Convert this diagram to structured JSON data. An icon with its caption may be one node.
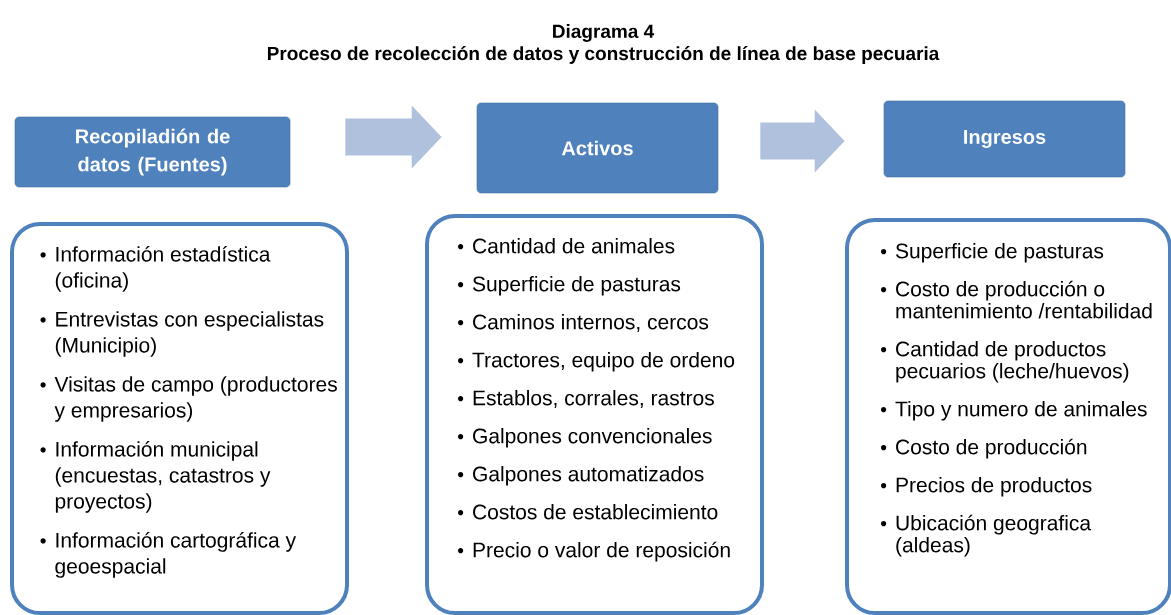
{
  "diagram": {
    "title": "Diagrama 4",
    "nodes": [
      {
        "text": [
          "Recopiladión de datos (Fuentes)"
        ]
      },
      {
        "text": [
          "Activos"
        ]
      },
      {
        "text": [
          "Ingresos"
        ]
      },
      {
        "text": [
          "Información estadística (oficina)",
          "Entrevistas con especialistas (Municipio)",
          "Visitas de campo (productores y empresarios)",
          "Información municipal (encuestas, catastros y proyectos)",
          "Información cartográfica y geoespacial"
        ]
      },
      {
        "text": [
          "Cantidad de animales",
          "Superficie de pasturas",
          "Caminos internos, cercos",
          "Tractores, equipo de ordeno",
          "Establos, corrales, rastros",
          "Galpones convencionales",
          "Galpones automatizados",
          "Costos de establecimiento",
          "Precio o valor de reposición"
        ]
      },
      {
        "text": [
          "Superficie de pasturas",
          "Costo de producción o mantenimiento /rentabilidad",
          "Cantidad de productos pecuarios (leche/huevos)",
          "Tipo y numero de animales",
          "Costo de producción",
          "Precios de productos",
          "Ubicación geografica (aldeas)"
        ]
      }
    ],
    "edges": [
      {
        "from": 0,
        "to": 1,
        "arrow": "to"
      },
      {
        "from": 1,
        "to": 2,
        "arrow": "to"
      }
    ],
    "labels": [
      "Proceso de recolección de datos y construcción de línea de base pecuaria"
    ]
  }
}
